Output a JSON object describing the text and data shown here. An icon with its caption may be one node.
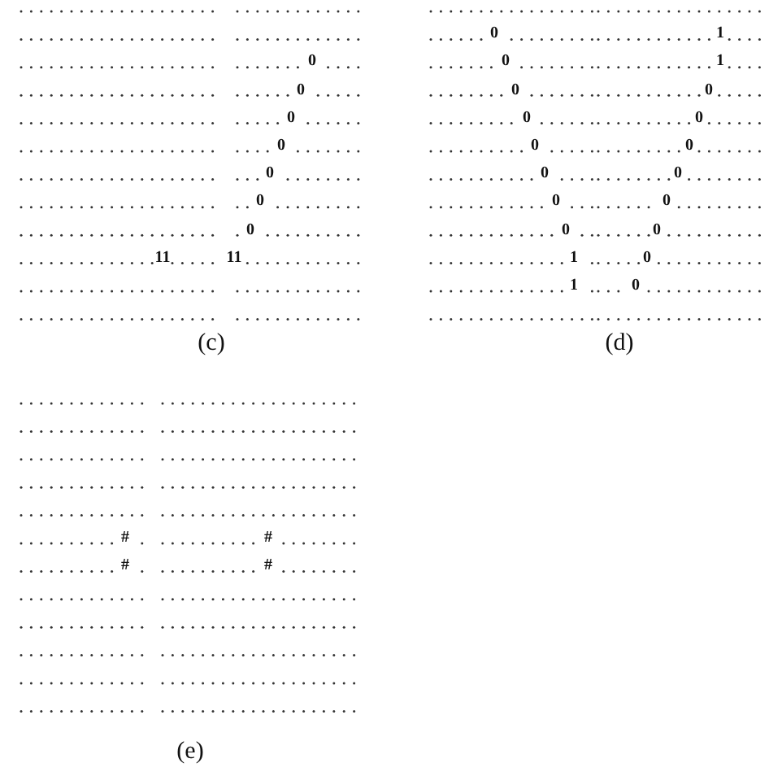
{
  "diagram": {
    "labels": [
      "0",
      "0",
      "0",
      "0",
      "0",
      "0",
      "0",
      "11",
      "11",
      "(c)",
      "0",
      "1",
      "0",
      "1",
      "0",
      "0",
      "0",
      "0",
      "0",
      "0",
      "0",
      "0",
      "0",
      "0",
      "0",
      "0",
      "1",
      "0",
      "1",
      "0",
      "(d)",
      "#",
      "#",
      "#",
      "#",
      "(e)"
    ]
  }
}
